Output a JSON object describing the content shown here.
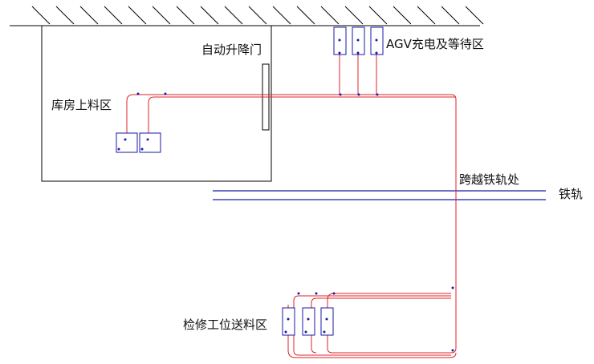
{
  "labels": {
    "auto_door": "自动升降门",
    "agv_charge": "AGV充电及等待区",
    "warehouse_loading": "库房上料区",
    "rail_crossing": "跨越铁轨处",
    "rail": "铁轨",
    "repair_feed": "检修工位送料区"
  },
  "colors": {
    "agv_path": "#e0202a",
    "station": "#1a1aa8",
    "rail": "#1a1aa8",
    "wall": "#000000"
  },
  "counts": {
    "charge_stations": 3,
    "warehouse_stations": 2,
    "repair_stations": 3
  }
}
